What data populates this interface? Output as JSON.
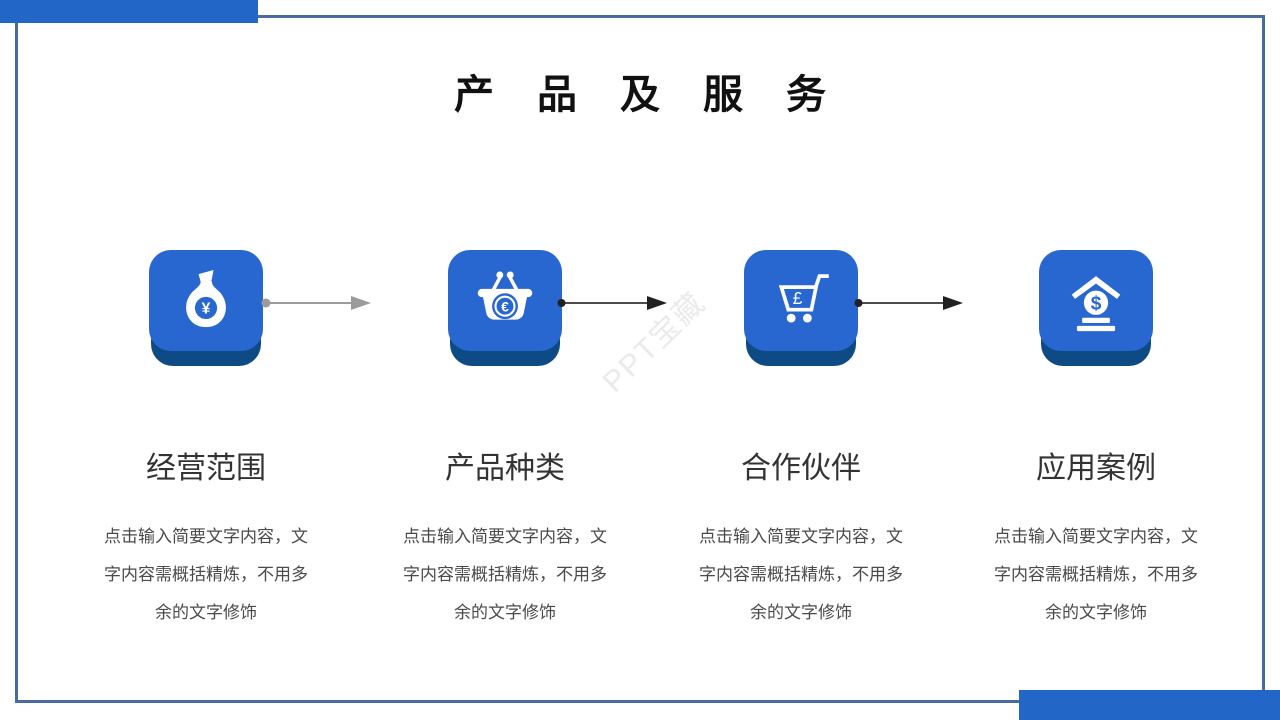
{
  "slide": {
    "title": "产品及服务",
    "watermark": "PPT宝藏"
  },
  "colors": {
    "icon_blue": "#2767cf",
    "icon_shadow_blue": "#0e4a84",
    "corner_blue": "#2266c8",
    "frame_border": "#4a6b9d",
    "arrow_gray": "#9b9b9b",
    "arrow_dark": "#212121",
    "heading_text": "#333333",
    "body_text": "#4a4a4a"
  },
  "columns": [
    {
      "icon": "money-bag-icon",
      "currency_symbol": "¥",
      "heading": "经营范围",
      "body_lines": [
        "点击输入简要文字内容，文",
        "字内容需概括精炼，不用多",
        "余的文字修饰"
      ]
    },
    {
      "icon": "shopping-basket-icon",
      "currency_symbol": "€",
      "heading": "产品种类",
      "body_lines": [
        "点击输入简要文字内容，文",
        "字内容需概括精炼，不用多",
        "余的文字修饰"
      ]
    },
    {
      "icon": "shopping-cart-icon",
      "currency_symbol": "£",
      "heading": "合作伙伴",
      "body_lines": [
        "点击输入简要文字内容，文",
        "字内容需概括精炼，不用多",
        "余的文字修饰"
      ]
    },
    {
      "icon": "bank-icon",
      "currency_symbol": "$",
      "heading": "应用案例",
      "body_lines": [
        "点击输入简要文字内容，文",
        "字内容需概括精炼，不用多",
        "余的文字修饰"
      ]
    }
  ]
}
